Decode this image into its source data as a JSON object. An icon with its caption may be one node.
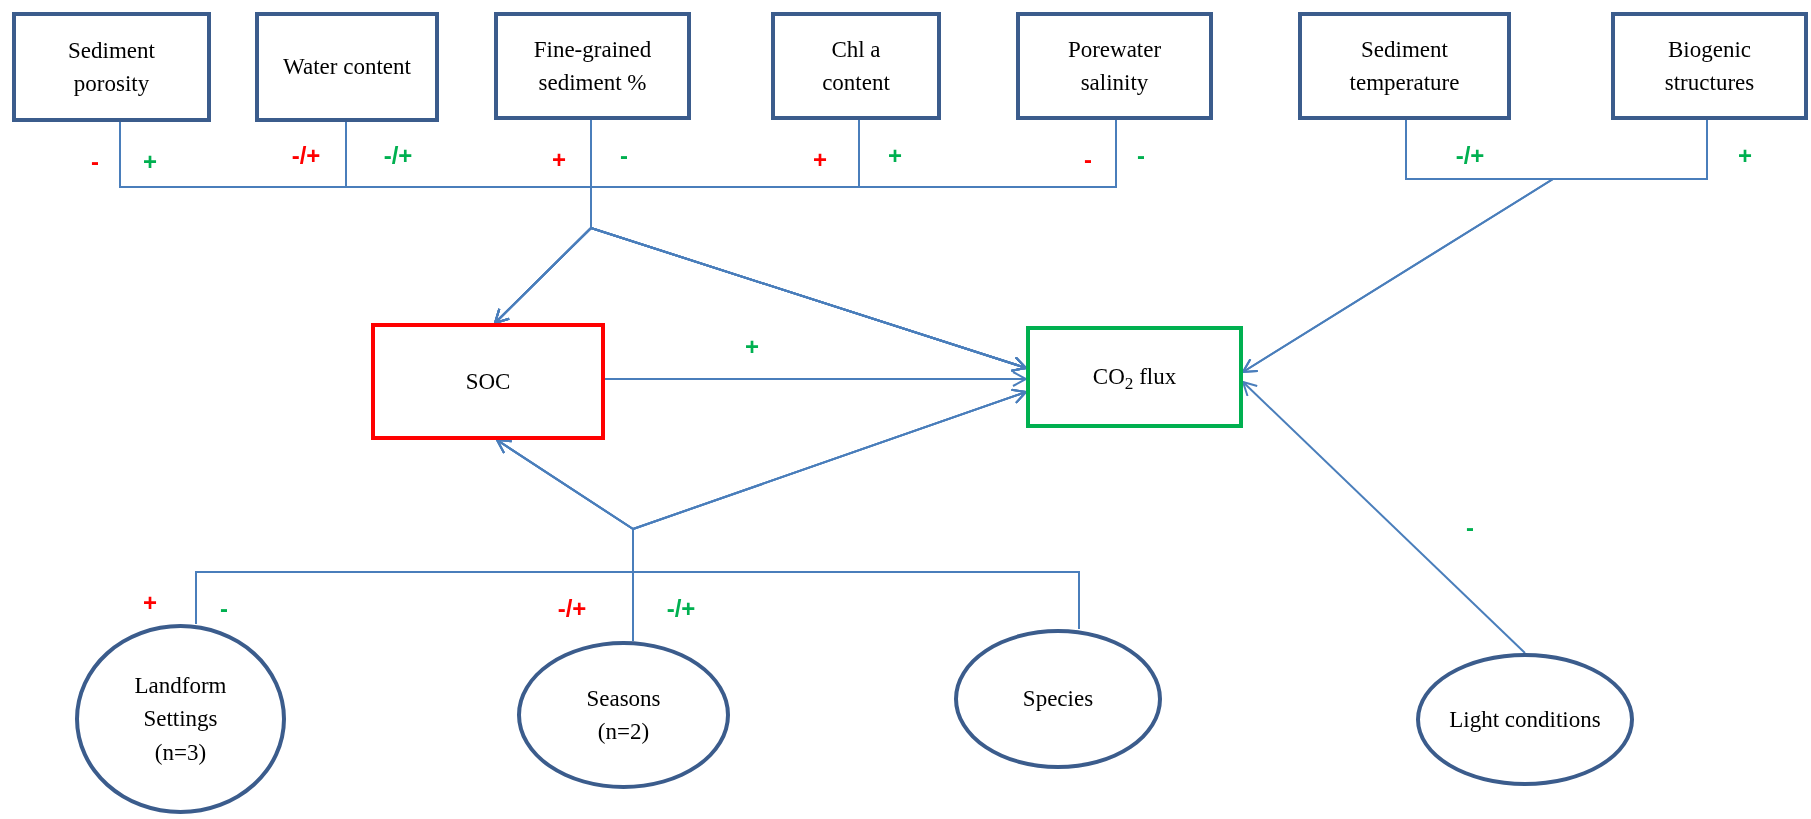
{
  "diagram": {
    "nodes": [
      {
        "text": [
          "Sediment porosity"
        ]
      },
      {
        "text": [
          "Water content"
        ]
      },
      {
        "text": [
          "Fine-grained sediment %"
        ]
      },
      {
        "text": [
          "Chl a content"
        ]
      },
      {
        "text": [
          "Porewater salinity"
        ]
      },
      {
        "text": [
          "Sediment temperature"
        ]
      },
      {
        "text": [
          "Biogenic structures"
        ]
      },
      {
        "text": [
          "SOC"
        ]
      },
      {
        "text": [
          "CO$_{2}$ flux"
        ]
      },
      {
        "text": [
          "Landform Settings",
          "(n=3)"
        ]
      },
      {
        "text": [
          "Seasons",
          "(n=2)"
        ]
      },
      {
        "text": [
          "Species"
        ]
      },
      {
        "text": [
          "Light conditions"
        ]
      }
    ],
    "edges": [
      {
        "from": 0,
        "to": 7,
        "arrow": "to",
        "label": "-"
      },
      {
        "from": 0,
        "to": 8,
        "arrow": "to",
        "label": "+"
      },
      {
        "from": 1,
        "to": 7,
        "arrow": "to",
        "label": "-/+"
      },
      {
        "from": 1,
        "to": 8,
        "arrow": "to",
        "label": "-/+"
      },
      {
        "from": 2,
        "to": 7,
        "arrow": "to",
        "label": "+"
      },
      {
        "from": 2,
        "to": 8,
        "arrow": "to",
        "label": "-"
      },
      {
        "from": 3,
        "to": 7,
        "arrow": "to",
        "label": "+"
      },
      {
        "from": 3,
        "to": 8,
        "arrow": "to",
        "label": "+"
      },
      {
        "from": 4,
        "to": 7,
        "arrow": "to",
        "label": "-"
      },
      {
        "from": 4,
        "to": 8,
        "arrow": "to",
        "label": "-"
      },
      {
        "from": 5,
        "to": 8,
        "arrow": "to",
        "label": "-/+"
      },
      {
        "from": 6,
        "to": 8,
        "arrow": "to",
        "label": "+"
      },
      {
        "from": 7,
        "to": 8,
        "arrow": "to",
        "label": "+"
      },
      {
        "from": 9,
        "to": 7,
        "arrow": "to",
        "label": "+"
      },
      {
        "from": 9,
        "to": 8,
        "arrow": "to",
        "label": "-"
      },
      {
        "from": 10,
        "to": 7,
        "arrow": "to",
        "label": "-/+"
      },
      {
        "from": 10,
        "to": 8,
        "arrow": "to",
        "label": "-/+"
      },
      {
        "from": 11,
        "to": 7,
        "arrow": "to"
      },
      {
        "from": 11,
        "to": 8,
        "arrow": "to"
      },
      {
        "from": 12,
        "to": 8,
        "arrow": "to",
        "label": "-"
      }
    ]
  }
}
